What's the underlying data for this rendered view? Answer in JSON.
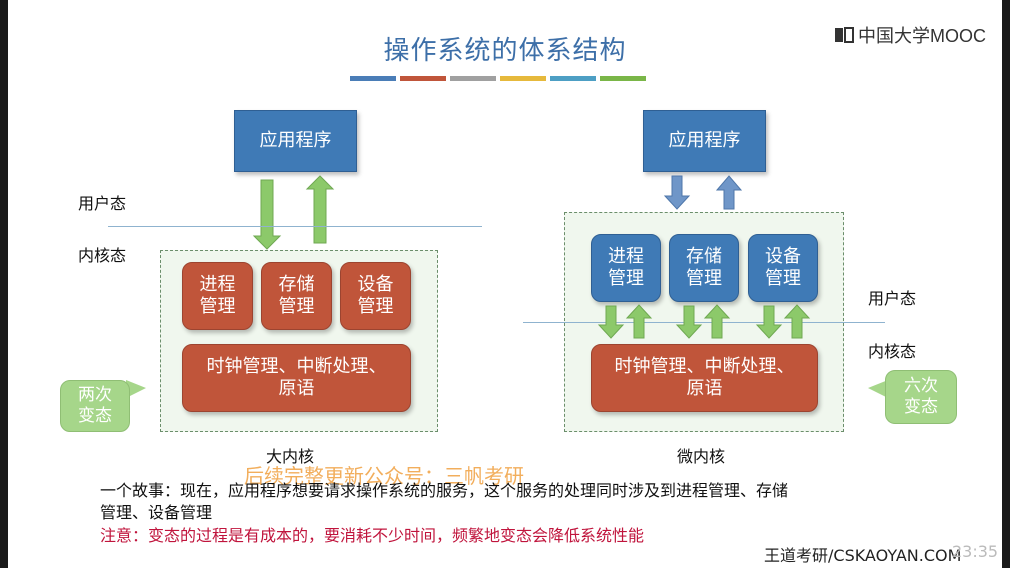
{
  "title": "操作系统的体系结构",
  "color_bars": [
    "#4a7db7",
    "#c0553a",
    "#a0a0a0",
    "#e6b93c",
    "#4d9fc4",
    "#7ab648"
  ],
  "logo": "中国大学MOOC",
  "left": {
    "app": "应用程序",
    "user_mode": "用户态",
    "kernel_mode": "内核态",
    "modules": [
      "进程\n管理",
      "存储\n管理",
      "设备\n管理"
    ],
    "core": "时钟管理、中断处理、\n原语",
    "callout": "两次\n变态",
    "caption": "大内核"
  },
  "right": {
    "app": "应用程序",
    "user_mode": "用户态",
    "kernel_mode": "内核态",
    "modules": [
      "进程\n管理",
      "存储\n管理",
      "设备\n管理"
    ],
    "core": "时钟管理、中断处理、\n原语",
    "callout": "六次\n变态",
    "caption": "微内核"
  },
  "story_line1": "一个故事：现在，应用程序想要请求操作系统的服务，这个服务的处理同时涉及到进程管理、存储",
  "story_line2": "管理、设备管理",
  "note_prefix": "注意：",
  "note_mid": "变态的过程是有成本的，要消耗不少时间，",
  "note_end": "频繁地变态会降低系统性能",
  "overlay_text": "后续完整更新公众号：三帆考研",
  "bottom_watermark": "王道考研/CSKAOYAN.COM",
  "timestamp": "23:35"
}
